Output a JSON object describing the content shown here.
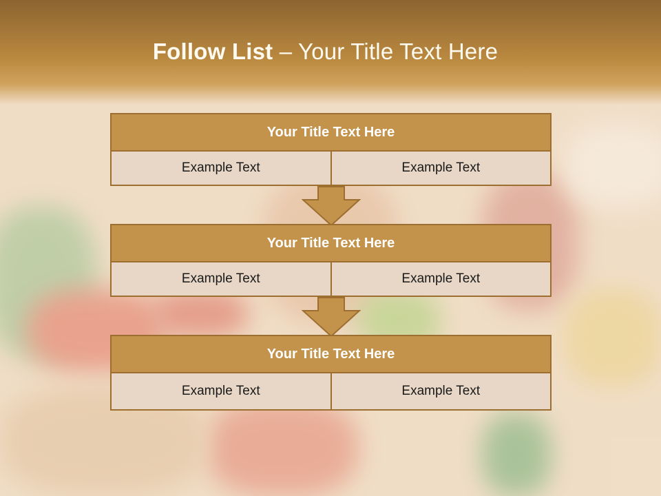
{
  "slide": {
    "title_bold": "Follow List",
    "title_rest": " – Your Title Text Here"
  },
  "steps": [
    {
      "title": "Your Title Text Here",
      "left": "Example Text",
      "right": "Example Text"
    },
    {
      "title": "Your Title Text Here",
      "left": "Example Text",
      "right": "Example Text"
    },
    {
      "title": "Your Title Text Here",
      "left": "Example Text",
      "right": "Example Text"
    }
  ],
  "colors": {
    "header": "#b9883f",
    "title_bar": "#c4934b",
    "border": "#9c6f31",
    "cell": "#e8d7c6",
    "arrow": "#c4934b"
  }
}
